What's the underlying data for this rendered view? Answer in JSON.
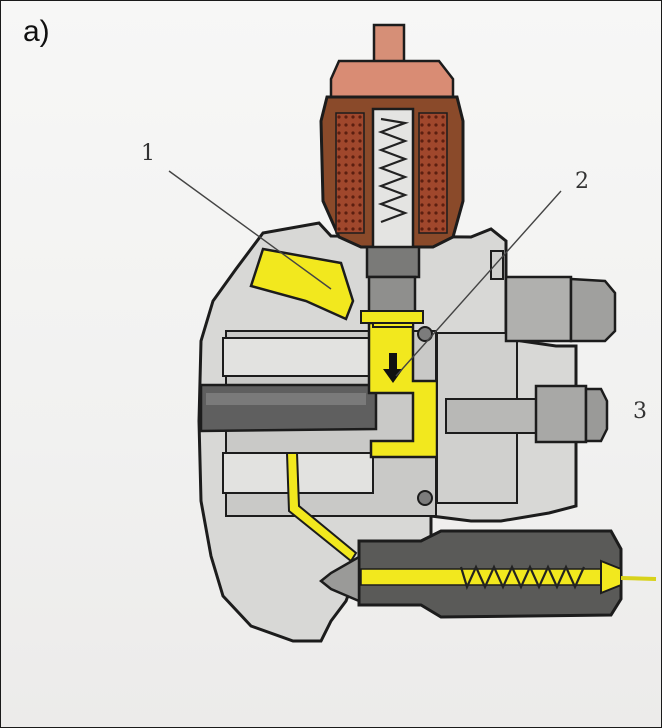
{
  "panel_label": "a)",
  "callouts": [
    "1",
    "2",
    "3"
  ],
  "colors": {
    "housing": "#d8d8d6",
    "housing_edge": "#1c1c1c",
    "fuel": "#f2e81e",
    "coil_copper": "#a0472c",
    "coil_cap": "#d98c74",
    "coil_body": "#8a4a2a",
    "dark_metal": "#5f5f5f",
    "mid_metal": "#9a9a9a"
  }
}
